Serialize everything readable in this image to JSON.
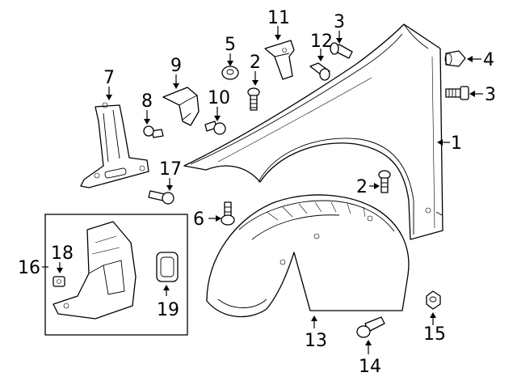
{
  "callouts": {
    "c1": "1",
    "c2a": "2",
    "c2b": "2",
    "c3a": "3",
    "c3b": "3",
    "c4": "4",
    "c5": "5",
    "c6": "6",
    "c7": "7",
    "c8": "8",
    "c9": "9",
    "c10": "10",
    "c11": "11",
    "c12": "12",
    "c13": "13",
    "c14": "14",
    "c15": "15",
    "c16": "16",
    "c17": "17",
    "c18": "18",
    "c19": "19"
  },
  "colors": {
    "line": "#000000",
    "background": "#ffffff"
  }
}
